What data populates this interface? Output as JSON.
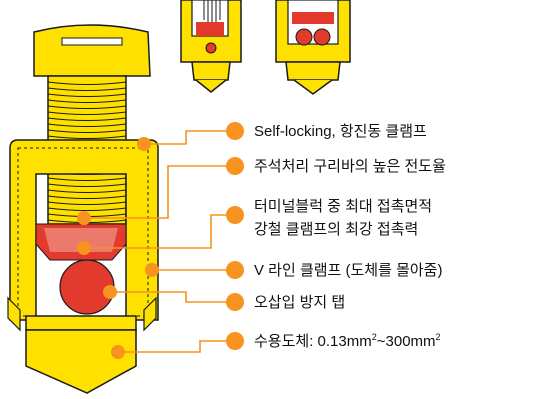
{
  "colors": {
    "yellow": "#FFE100",
    "yellow_shadow": "#E6C300",
    "outline": "#1a1a1a",
    "orange": "#F7931E",
    "red": "#E23B2E",
    "pale": "#FCE9C8"
  },
  "callouts": [
    {
      "id": "self-locking",
      "text": "Self-locking, 항진동 클램프"
    },
    {
      "id": "tin-plated-copper",
      "text": "주석처리 구리바의 높은 전도율"
    },
    {
      "id": "contact-area",
      "text": "터미널블럭 중 최대 접촉면적"
    },
    {
      "id": "clamp-force",
      "text": "강철 클램프의 최강 접촉력"
    },
    {
      "id": "v-line",
      "text": "V 라인 클램프 (도체를 몰아줌)"
    },
    {
      "id": "anti-misinsertion",
      "text": "오삽입 방지 탭"
    },
    {
      "id": "conductor-range",
      "prefix": "수용도체: 0.13mm",
      "sup1": "2",
      "mid": "~300mm",
      "sup2": "2"
    }
  ]
}
